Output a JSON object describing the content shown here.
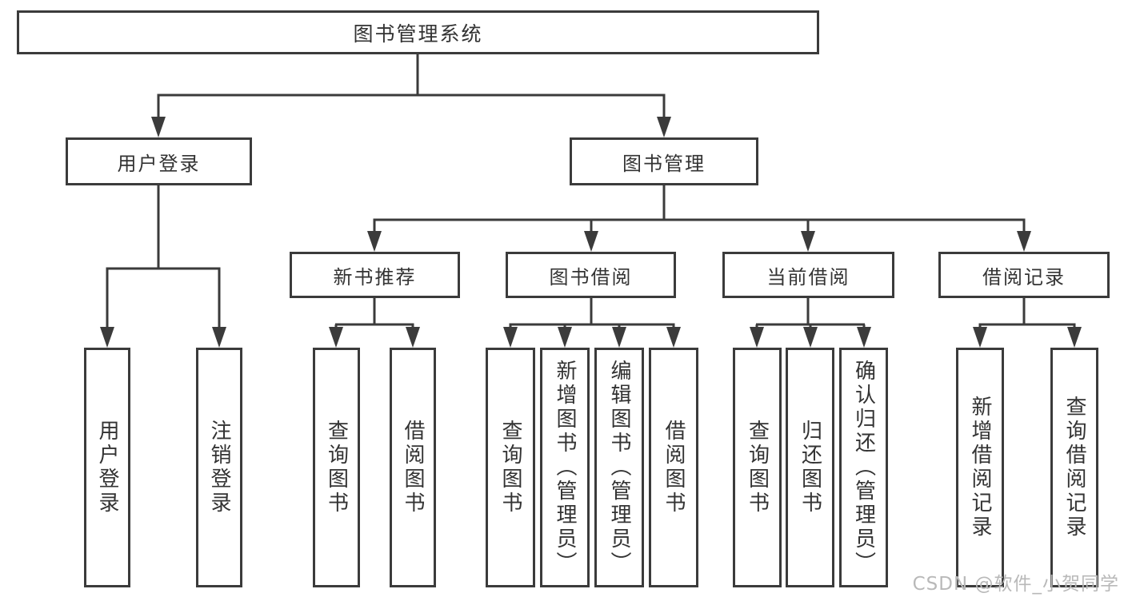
{
  "diagram": {
    "type": "tree",
    "nodes": {
      "root": "图书管理系统",
      "user_login": "用户登录",
      "book_mgmt": "图书管理",
      "new_book_rec": "新书推荐",
      "book_borrow": "图书借阅",
      "current_borrow": "当前借阅",
      "borrow_records": "借阅记录",
      "leaf_user_login": "用户登录",
      "leaf_logout": "注销登录",
      "leaf_nb_query": "查询图书",
      "leaf_nb_borrow": "借阅图书",
      "leaf_bb_query": "查询图书",
      "leaf_bb_add": "新增图书（管理员）",
      "leaf_bb_edit": "编辑图书（管理员）",
      "leaf_bb_borrow": "借阅图书",
      "leaf_cb_query": "查询图书",
      "leaf_cb_return": "归还图书",
      "leaf_cb_confirm": "确认归还（管理员）",
      "leaf_br_add": "新增借阅记录",
      "leaf_br_query": "查询借阅记录"
    },
    "edges": [
      [
        "图书管理系统",
        "用户登录"
      ],
      [
        "图书管理系统",
        "图书管理"
      ],
      [
        "用户登录",
        "用户登录(叶)"
      ],
      [
        "用户登录",
        "注销登录"
      ],
      [
        "图书管理",
        "新书推荐"
      ],
      [
        "图书管理",
        "图书借阅"
      ],
      [
        "图书管理",
        "当前借阅"
      ],
      [
        "图书管理",
        "借阅记录"
      ],
      [
        "新书推荐",
        "查询图书"
      ],
      [
        "新书推荐",
        "借阅图书"
      ],
      [
        "图书借阅",
        "查询图书"
      ],
      [
        "图书借阅",
        "新增图书（管理员）"
      ],
      [
        "图书借阅",
        "编辑图书（管理员）"
      ],
      [
        "图书借阅",
        "借阅图书"
      ],
      [
        "当前借阅",
        "查询图书"
      ],
      [
        "当前借阅",
        "归还图书"
      ],
      [
        "当前借阅",
        "确认归还（管理员）"
      ],
      [
        "借阅记录",
        "新增借阅记录"
      ],
      [
        "借阅记录",
        "查询借阅记录"
      ]
    ],
    "colors": {
      "line": "#3b3b3b",
      "text": "#333333",
      "box_background": "#ffffff",
      "watermark": "#b9b9b9"
    }
  },
  "watermark": "CSDN @软件_小贺同学"
}
